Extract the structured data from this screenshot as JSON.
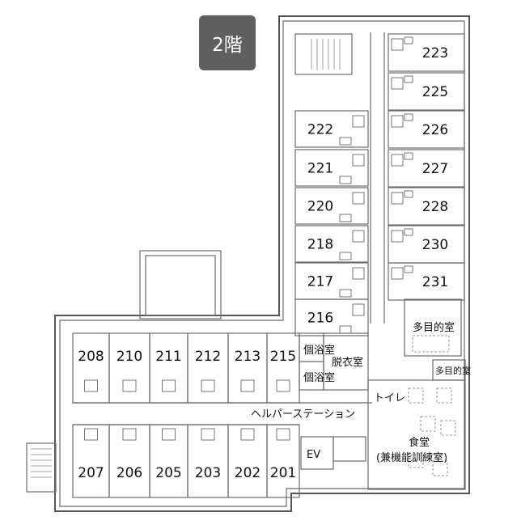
{
  "floor_label": "2階",
  "rooms_east_column": [
    "223",
    "225",
    "226",
    "227",
    "228",
    "230",
    "231"
  ],
  "rooms_center_column": [
    "222",
    "221",
    "220",
    "218",
    "217",
    "216"
  ],
  "rooms_south_top": [
    "208",
    "210",
    "211",
    "212",
    "213",
    "215"
  ],
  "rooms_south_bottom": [
    "207",
    "206",
    "205",
    "203",
    "202",
    "201"
  ],
  "facilities": {
    "bath1": "個浴室",
    "bath2": "個浴室",
    "changing": "脱衣室",
    "multipurpose": "多目的室",
    "multipurpose_small": "多目的室",
    "toilet": "トイレ",
    "helper_station": "ヘルパーステーション",
    "elevator": "EV",
    "dining": "食堂",
    "dining_sub": "(兼機能訓練室)"
  }
}
